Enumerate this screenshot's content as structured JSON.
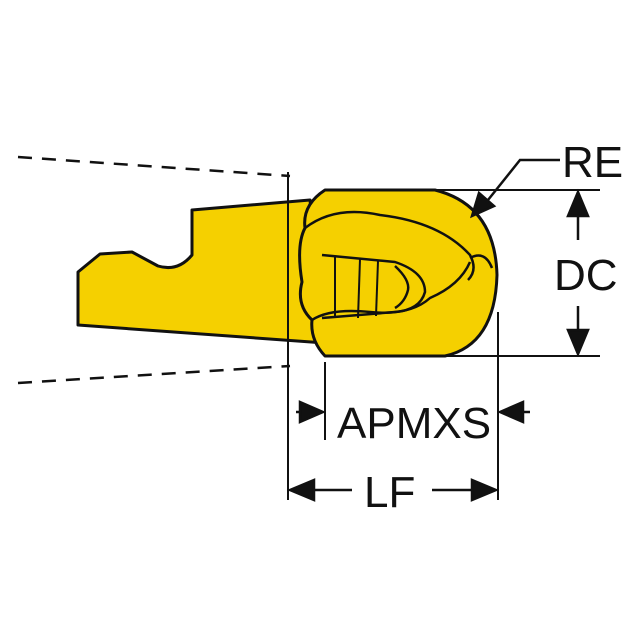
{
  "labels": {
    "re": "RE",
    "dc": "DC",
    "apmxs": "APMXS",
    "lf": "LF"
  },
  "colors": {
    "insert_fill": "#F5D000",
    "outline": "#111111",
    "background": "#FFFFFF"
  }
}
